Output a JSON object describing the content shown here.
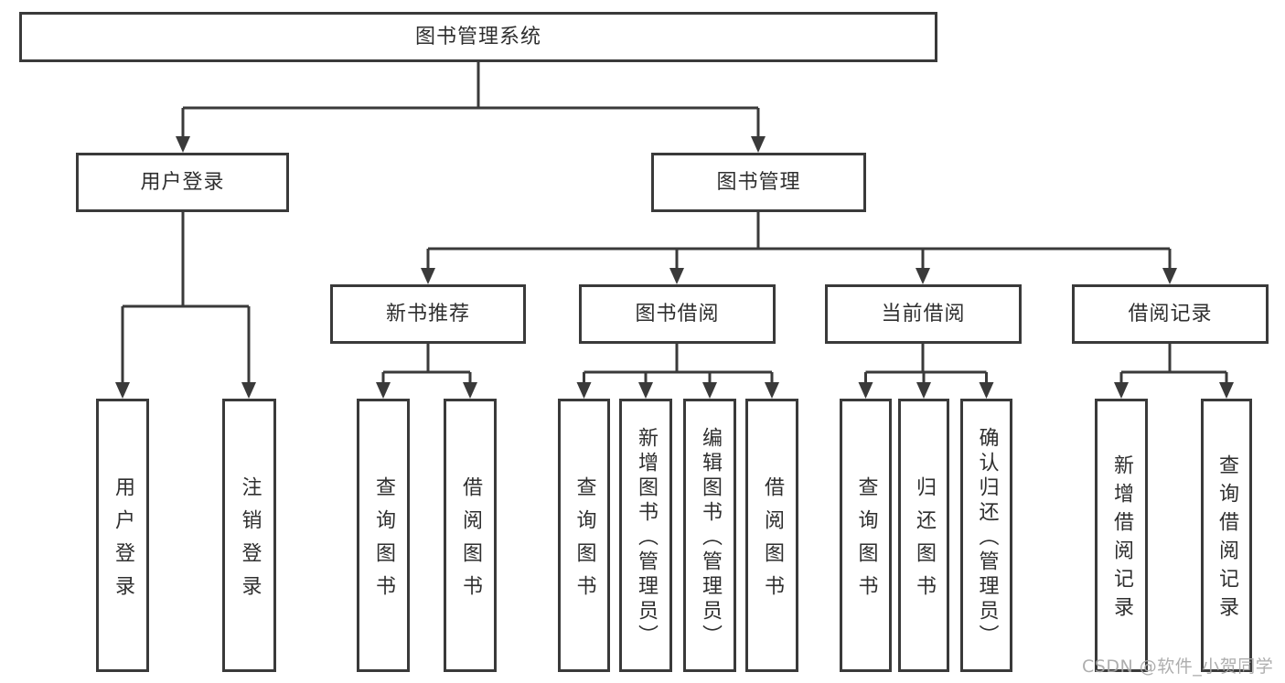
{
  "diagram": {
    "root": {
      "label": "图书管理系统"
    },
    "branches": [
      {
        "label": "用户登录",
        "children": [
          {
            "label": "用户登录"
          },
          {
            "label": "注销登录"
          }
        ]
      },
      {
        "label": "图书管理",
        "sections": [
          {
            "label": "新书推荐",
            "children": [
              {
                "label": "查询图书"
              },
              {
                "label": "借阅图书"
              }
            ]
          },
          {
            "label": "图书借阅",
            "children": [
              {
                "label": "查询图书"
              },
              {
                "label": "新增图书（管理员）"
              },
              {
                "label": "编辑图书（管理员）"
              },
              {
                "label": "借阅图书"
              }
            ]
          },
          {
            "label": "当前借阅",
            "children": [
              {
                "label": "查询图书"
              },
              {
                "label": "归还图书"
              },
              {
                "label": "确认归还（管理员）"
              }
            ]
          },
          {
            "label": "借阅记录",
            "children": [
              {
                "label": "新增借阅记录"
              },
              {
                "label": "查询借阅记录"
              }
            ]
          }
        ]
      }
    ]
  },
  "watermark": "CSDN @软件_小贺同学",
  "colors": {
    "line": "#3a3a3a",
    "box_border": "#3a3a3a",
    "text": "#2f2f2f",
    "watermark": "#a6a6a6",
    "background": "#ffffff"
  }
}
